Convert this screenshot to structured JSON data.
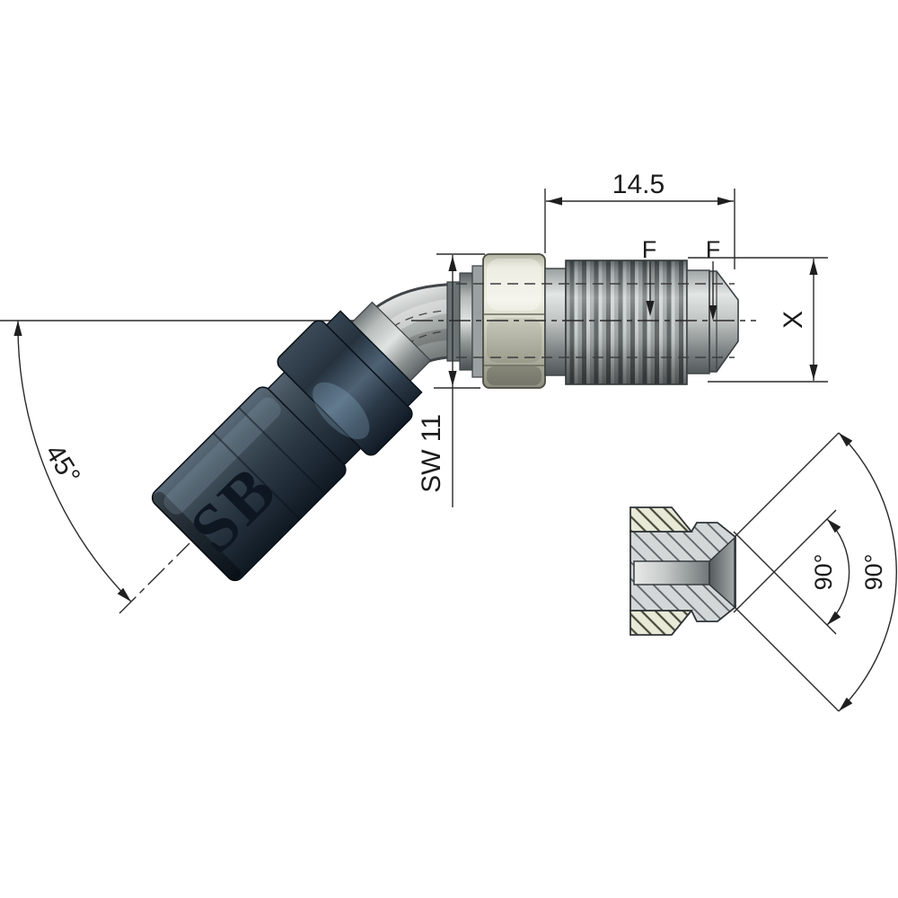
{
  "drawing": {
    "type": "technical-drawing-hose-fitting-45deg-male",
    "labels": {
      "length_dim": "14.5",
      "thread_label_a": "F",
      "thread_label_b": "F",
      "diameter_dim": "X",
      "wrench_dim": "SW 11",
      "elbow_angle": "45°",
      "flare_angle_inner": "90°",
      "flare_angle_outer": "90°",
      "brand": "SB"
    },
    "colors": {
      "background": "#ffffff",
      "line": "#2a2a2a",
      "text": "#1c1c1c",
      "socket_dark": "#2f3c48",
      "socket_highlight": "#5d7285",
      "hex_nut_khaki": "#d6d6c4",
      "metal_light": "#e2e6e4",
      "metal_dark": "#4f5557",
      "section_hatch_khaki": "#e9e9d8",
      "section_hatch_gray": "#d3d7d8"
    }
  }
}
